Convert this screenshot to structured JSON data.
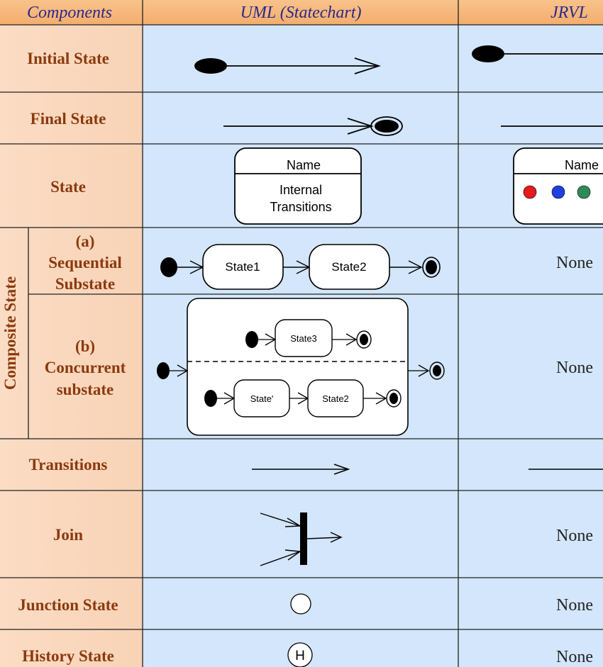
{
  "header": {
    "col1": "Components",
    "col2": "UML (Statechart)",
    "col3": "JRVL"
  },
  "rows": {
    "initial_state": "Initial State",
    "final_state": "Final State",
    "state": "State",
    "composite_group": "Composite State",
    "sequential": [
      "(a)",
      "Sequential",
      "Substate"
    ],
    "concurrent": [
      "(b)",
      "Concurrent",
      "substate"
    ],
    "transitions": "Transitions",
    "join": "Join",
    "junction_state": "Junction State",
    "history_state": "History State"
  },
  "uml": {
    "state_name": "Name",
    "state_internal": [
      "Internal",
      "Transitions"
    ],
    "seq_states": [
      "State1",
      "State2"
    ],
    "conc_top_state": "State3",
    "conc_bottom_states": [
      "State'",
      "State2"
    ],
    "history_label": "H"
  },
  "jrvl": {
    "state_name": "Name",
    "state_dots": [
      "#e41a1c",
      "#1f3fe0",
      "#2e8b57"
    ],
    "none_label": "None"
  },
  "colors": {
    "header_bg": "#f6b97d",
    "component_bg": "#fbdcc4",
    "cell_bg": "#d3e6fb",
    "component_text": "#8b3a0e",
    "header_text": "#2a2a8a"
  }
}
